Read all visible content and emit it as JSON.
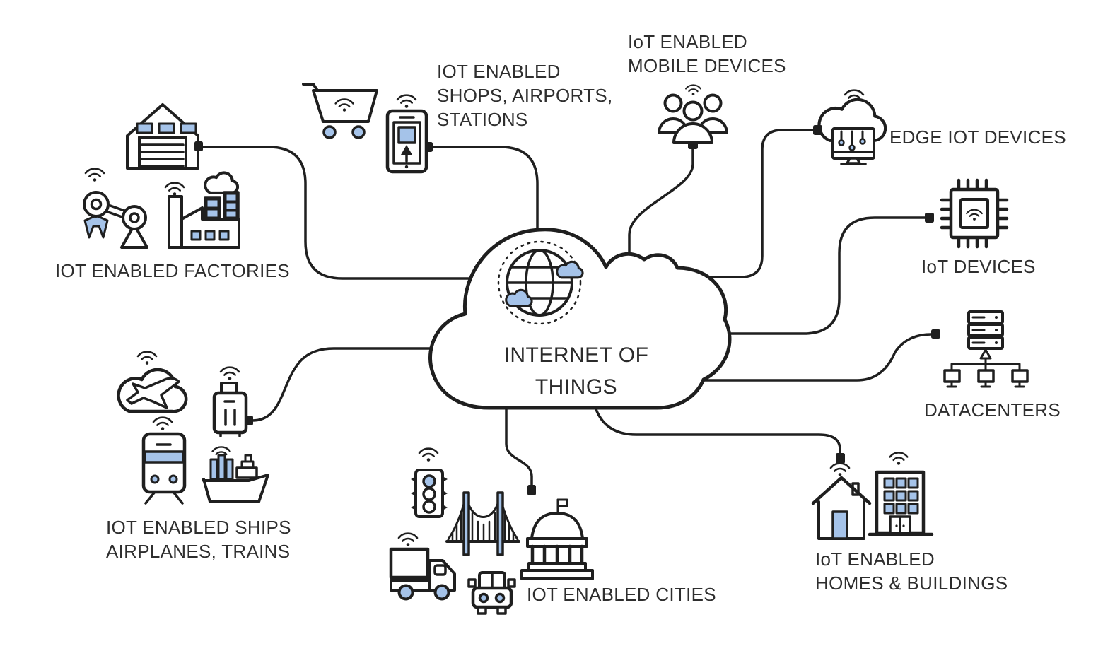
{
  "diagram": {
    "background": "#ffffff",
    "colors": {
      "outline": "#1f1f1f",
      "accent_blue": "#a5c3e9",
      "text": "#2e2e2e"
    },
    "center": {
      "title": "INTERNET OF\nTHINGS",
      "icon": "globe-with-clouds-icon"
    },
    "nodes": {
      "factories": {
        "label": "IOT ENABLED FACTORIES",
        "icons": [
          "warehouse-icon",
          "robot-arm-icon",
          "factory-icon",
          "wifi-icon"
        ]
      },
      "shops": {
        "label": "IOT ENABLED\nSHOPS, AIRPORTS,\nSTATIONS",
        "icons": [
          "shopping-cart-icon",
          "smartphone-icon",
          "wifi-icon"
        ]
      },
      "mobile_devices": {
        "label": "IoT ENABLED\nMOBILE DEVICES",
        "icons": [
          "people-group-icon",
          "wifi-icon"
        ]
      },
      "edge_devices": {
        "label": "EDGE IOT DEVICES",
        "icons": [
          "cloud-monitor-icon",
          "wifi-icon"
        ]
      },
      "iot_devices": {
        "label": "IoT DEVICES",
        "icons": [
          "chip-icon",
          "wifi-icon"
        ]
      },
      "datacenters": {
        "label": "DATACENTERS",
        "icons": [
          "server-rack-icon",
          "monitors-tree-icon"
        ]
      },
      "homes": {
        "label": "IoT ENABLED\nHOMES & BUILDINGS",
        "icons": [
          "house-icon",
          "building-icon",
          "wifi-icon"
        ]
      },
      "cities": {
        "label": "IOT ENABLED CITIES",
        "icons": [
          "traffic-light-icon",
          "suspension-bridge-icon",
          "capitol-icon",
          "truck-icon",
          "car-icon",
          "wifi-icon"
        ]
      },
      "transport": {
        "label": "IOT ENABLED SHIPS\nAIRPLANES, TRAINS",
        "icons": [
          "airplane-cloud-icon",
          "luggage-icon",
          "train-icon",
          "ship-icon",
          "wifi-icon"
        ]
      }
    }
  }
}
